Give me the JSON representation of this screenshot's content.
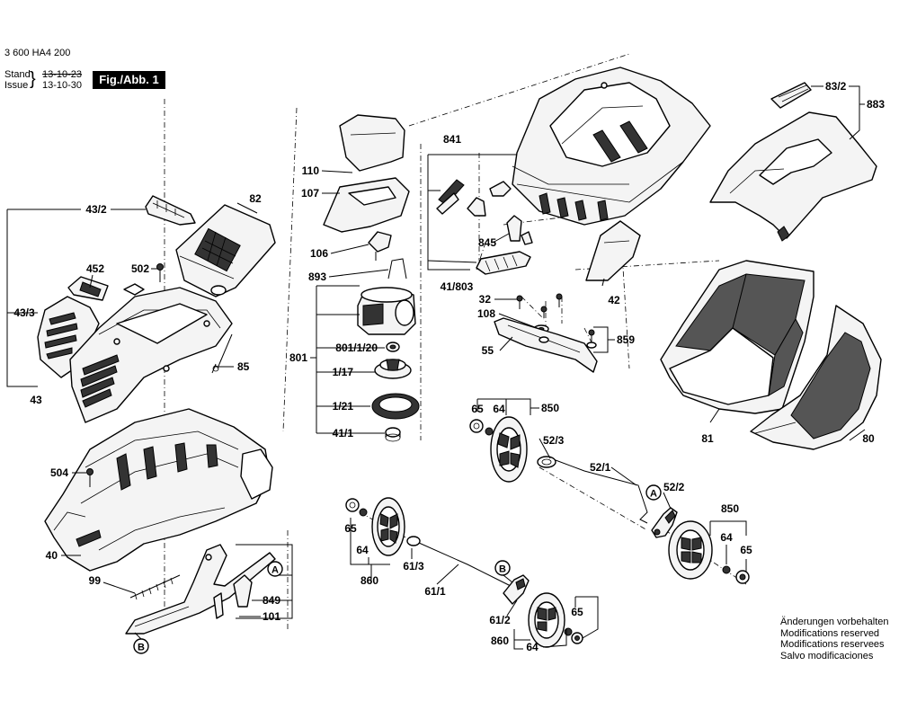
{
  "header": {
    "doc_number": "3 600 HA4 200",
    "stand_label": "Stand",
    "issue_label": "Issue",
    "stand_date": "13-10-23",
    "issue_date": "13-10-30",
    "figure": "Fig./Abb. 1"
  },
  "labels": {
    "p110": "110",
    "p107": "107",
    "p106": "106",
    "p893": "893",
    "p801": "801",
    "p801_1_20": "801/1/20",
    "p1_17": "1/17",
    "p1_21": "1/21",
    "p41_1": "41/1",
    "p82": "82",
    "p43_2": "43/2",
    "p452": "452",
    "p502": "502",
    "p43_3": "43/3",
    "p43": "43",
    "p85": "85",
    "p504": "504",
    "p40": "40",
    "p99": "99",
    "p849": "849",
    "p101": "101",
    "p841": "841",
    "p845": "845",
    "p41_803": "41/803",
    "p42": "42",
    "p32": "32",
    "p108": "108",
    "p55": "55",
    "p859": "859",
    "p83_2": "83/2",
    "p883": "883",
    "p81": "81",
    "p80": "80",
    "p65_a": "65",
    "p64_a": "64",
    "p850_a": "850",
    "p52_3": "52/3",
    "p52_1": "52/1",
    "p52_2": "52/2",
    "p850_b": "850",
    "p64_b": "64",
    "p65_b": "65",
    "p65_c": "65",
    "p64_c": "64",
    "p860_a": "860",
    "p61_3": "61/3",
    "p61_1": "61/1",
    "p61_2": "61/2",
    "p65_d": "65",
    "p860_b": "860",
    "p64_d": "64"
  },
  "callouts": {
    "A_handle": "A",
    "B_handle": "B",
    "A_axle": "A",
    "B_axle": "B"
  },
  "notice": {
    "lines": [
      "Änderungen vorbehalten",
      "Modifications reserved",
      "Modifications reservees",
      "Salvo modificaciones"
    ]
  }
}
